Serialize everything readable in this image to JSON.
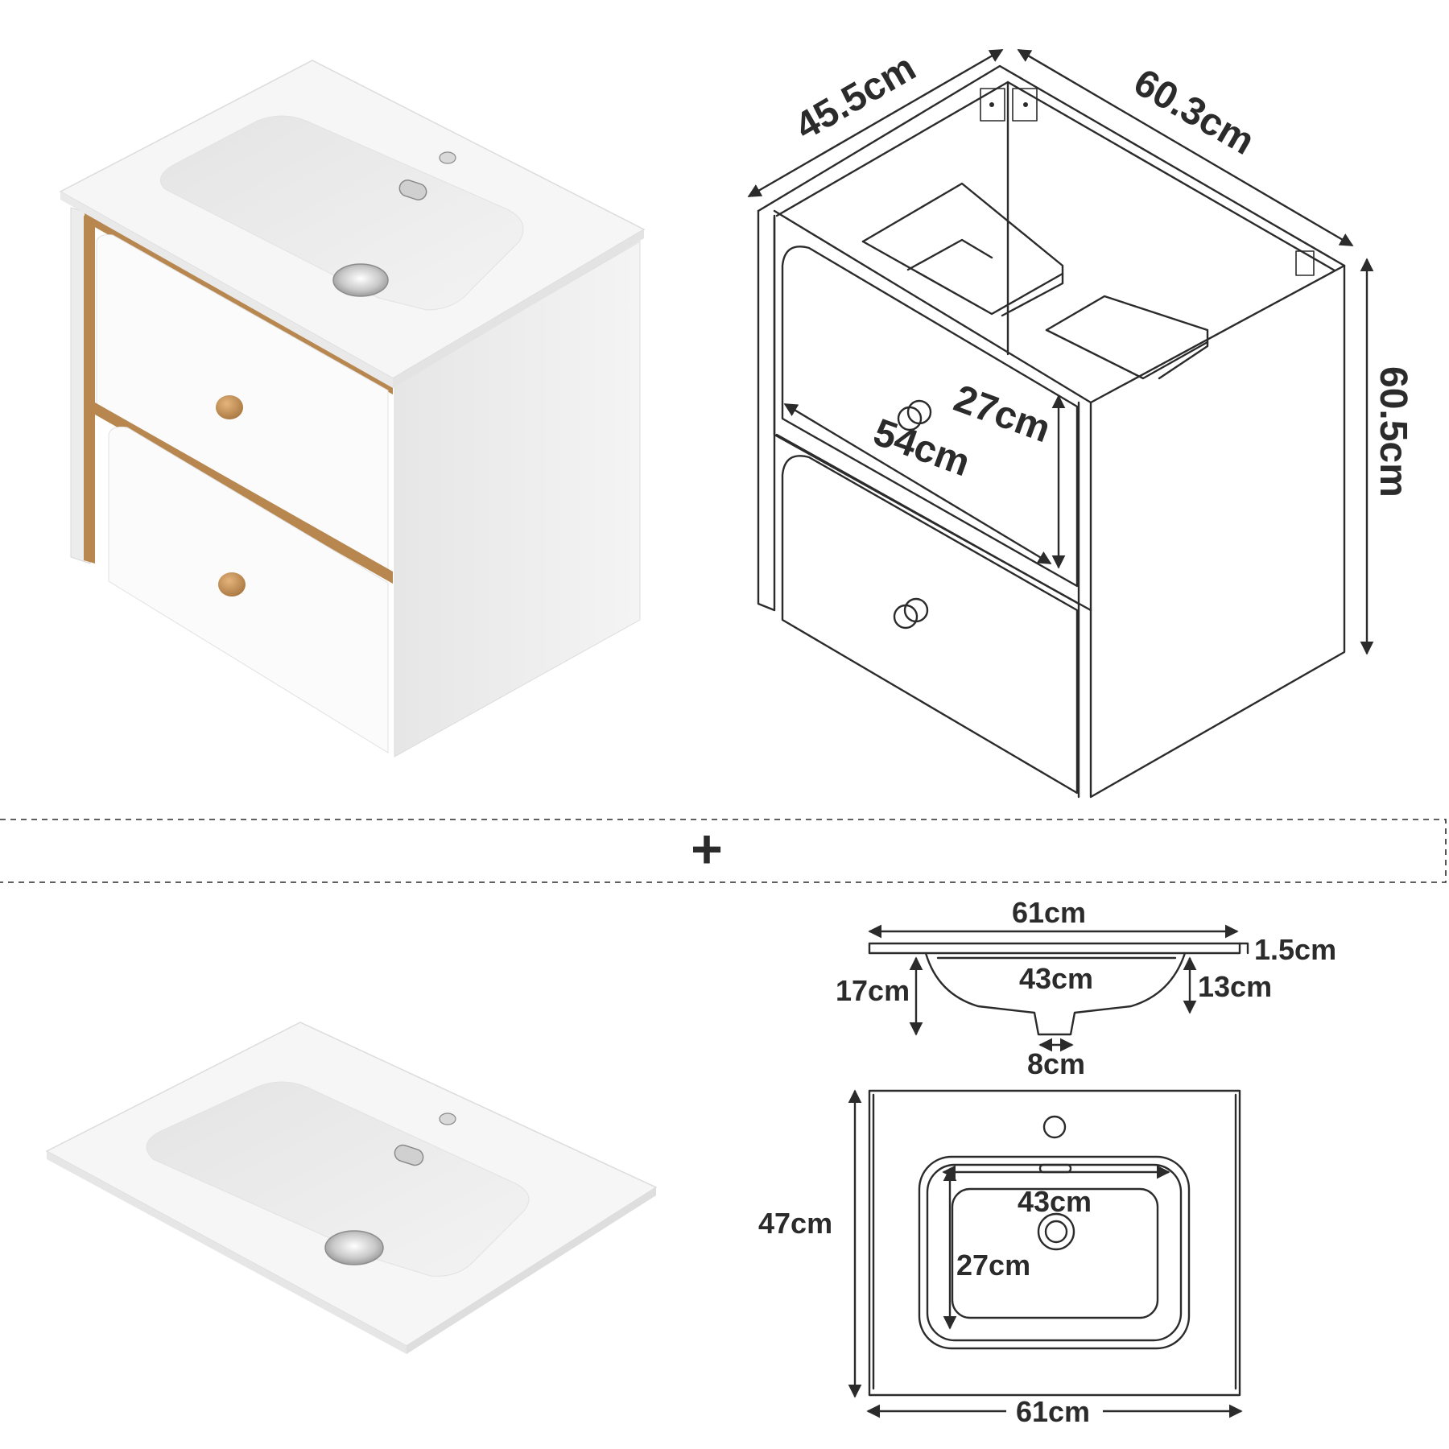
{
  "cabinet_dims": {
    "depth": "45.5cm",
    "width": "60.3cm",
    "height": "60.5cm",
    "drawer_height": "27cm",
    "drawer_width": "54cm"
  },
  "separator": {
    "plus": "+"
  },
  "basin_side_dims": {
    "overall_width": "61cm",
    "rim_thickness": "1.5cm",
    "total_depth": "17cm",
    "bowl_width": "43cm",
    "bowl_depth": "13cm",
    "drain_width": "8cm"
  },
  "basin_top_dims": {
    "depth": "47cm",
    "bowl_width": "43cm",
    "bowl_length": "27cm",
    "width": "61cm"
  },
  "colors": {
    "line": "#2b2b2b",
    "wood": "#b8874f",
    "ceramic": "#f4f4f4",
    "cabinet_white": "#f7f7f7"
  }
}
